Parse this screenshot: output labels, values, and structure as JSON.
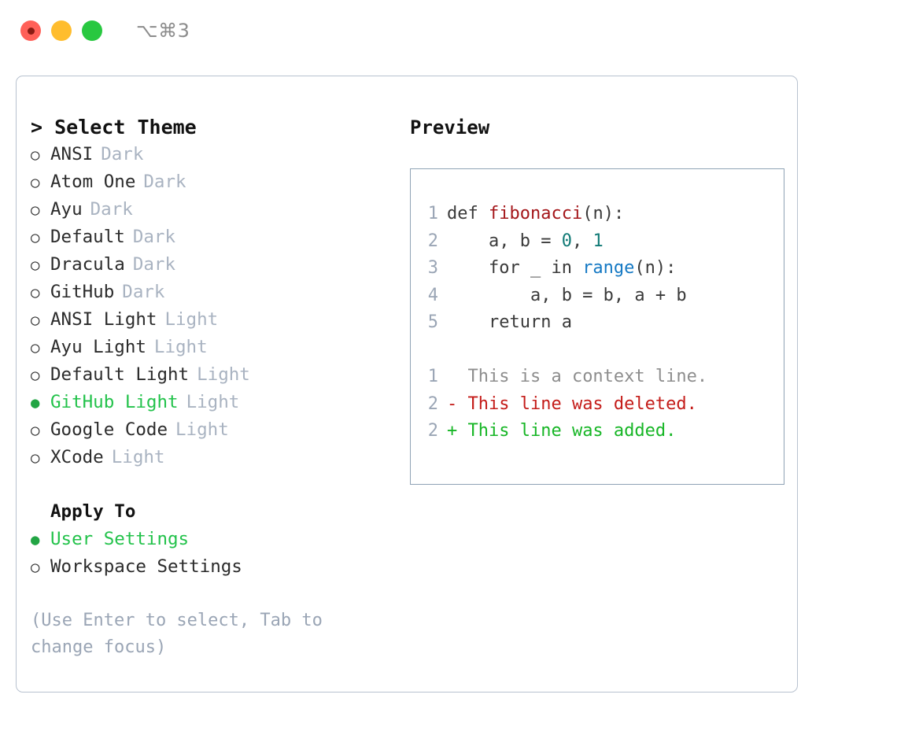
{
  "titlebar": {
    "shortcut": "⌥⌘3",
    "buttons": [
      {
        "name": "close",
        "color": "#ff6058",
        "inner": "#8a1b13"
      },
      {
        "name": "minimize",
        "color": "#ffbd2e",
        "inner": "transparent"
      },
      {
        "name": "zoom",
        "color": "#28c840",
        "inner": "transparent"
      }
    ]
  },
  "theme_picker": {
    "header": "> Select Theme",
    "selected_marker": "●",
    "unselected_marker": "○",
    "items": [
      {
        "label": "ANSI",
        "tag": "Dark",
        "selected": false
      },
      {
        "label": "Atom One",
        "tag": "Dark",
        "selected": false
      },
      {
        "label": "Ayu",
        "tag": "Dark",
        "selected": false
      },
      {
        "label": "Default",
        "tag": "Dark",
        "selected": false
      },
      {
        "label": "Dracula",
        "tag": "Dark",
        "selected": false
      },
      {
        "label": "GitHub",
        "tag": "Dark",
        "selected": false
      },
      {
        "label": "ANSI Light",
        "tag": "Light",
        "selected": false
      },
      {
        "label": "Ayu Light",
        "tag": "Light",
        "selected": false
      },
      {
        "label": "Default Light",
        "tag": "Light",
        "selected": false
      },
      {
        "label": "GitHub Light",
        "tag": "Light",
        "selected": true
      },
      {
        "label": "Google Code",
        "tag": "Light",
        "selected": false
      },
      {
        "label": "XCode",
        "tag": "Light",
        "selected": false
      }
    ]
  },
  "apply_to": {
    "header": "Apply To",
    "items": [
      {
        "label": "User Settings",
        "selected": true
      },
      {
        "label": "Workspace Settings",
        "selected": false
      }
    ]
  },
  "hint": "(Use Enter to select, Tab to change focus)",
  "preview": {
    "title": "Preview",
    "code_lines": [
      {
        "number": "1",
        "parts": [
          {
            "text": "def ",
            "type": "plain"
          },
          {
            "text": "fibonacci",
            "type": "function"
          },
          {
            "text": "(n):",
            "type": "plain"
          }
        ]
      },
      {
        "number": "2",
        "parts": [
          {
            "text": "    a, b = ",
            "type": "plain"
          },
          {
            "text": "0",
            "type": "number"
          },
          {
            "text": ", ",
            "type": "plain"
          },
          {
            "text": "1",
            "type": "number"
          }
        ]
      },
      {
        "number": "3",
        "parts": [
          {
            "text": "    for _ in ",
            "type": "plain"
          },
          {
            "text": "range",
            "type": "builtin"
          },
          {
            "text": "(n):",
            "type": "plain"
          }
        ]
      },
      {
        "number": "4",
        "parts": [
          {
            "text": "        a, b = b, a + b",
            "type": "plain"
          }
        ]
      },
      {
        "number": "5",
        "parts": [
          {
            "text": "    return a",
            "type": "plain"
          }
        ]
      }
    ],
    "diff_lines": [
      {
        "number": "1",
        "sign": " ",
        "text": " This is a context line.",
        "kind": "context"
      },
      {
        "number": "2",
        "sign": "-",
        "text": " This line was deleted.",
        "kind": "deleted"
      },
      {
        "number": "2",
        "sign": "+",
        "text": " This line was added.",
        "kind": "added"
      }
    ]
  },
  "colors": {
    "accent_green": "#22c24a",
    "muted": "#a9b3c1",
    "border": "#b8c2cf",
    "code_border": "#8fa3b5",
    "diff_deleted": "#c41c19",
    "diff_added": "#17b626",
    "syntax_function": "#a4161a",
    "syntax_number": "#117a76",
    "syntax_builtin": "#1579c4"
  }
}
